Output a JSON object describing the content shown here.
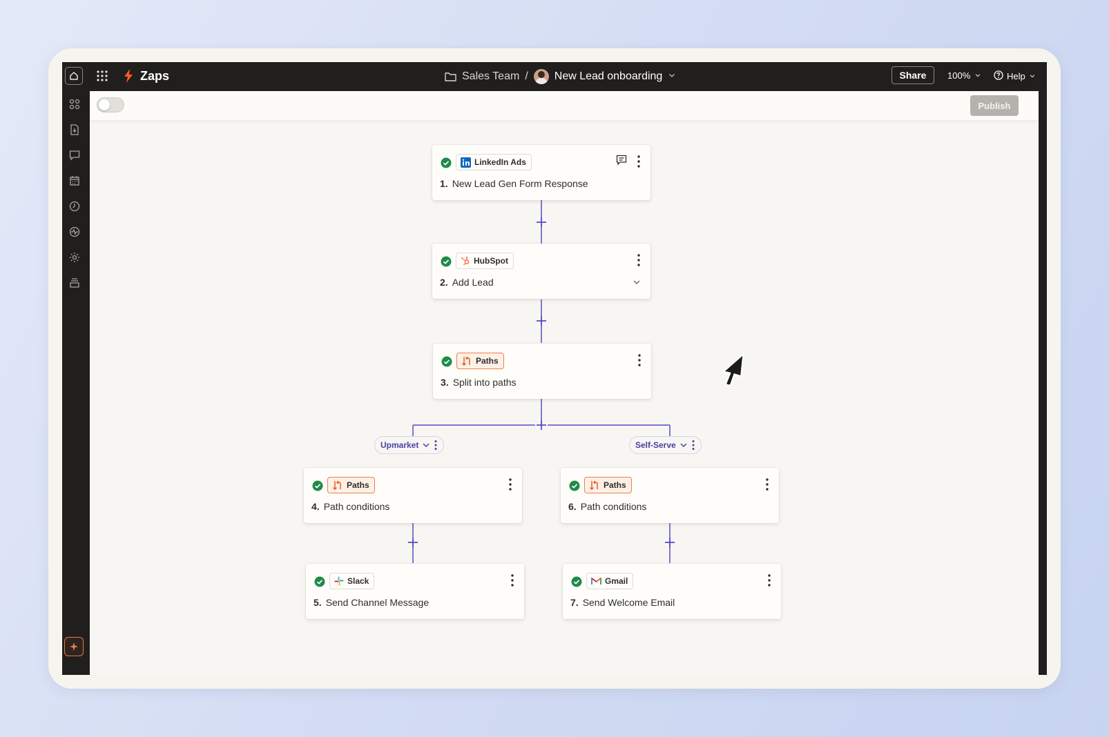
{
  "app": {
    "title": "Zaps",
    "breadcrumb": {
      "folder": "Sales Team",
      "separator": "/",
      "zap_name": "New Lead onboarding"
    },
    "share_label": "Share",
    "zoom": "100%",
    "help_label": "Help",
    "publish_label": "Publish",
    "toggle_on": false
  },
  "sidebar": {
    "items": [
      "apps-icon",
      "file-icon",
      "comment-icon",
      "calendar-icon",
      "history-icon",
      "activity-icon",
      "settings-icon",
      "archive-icon",
      "ai-sparkle-icon"
    ]
  },
  "steps": [
    {
      "num": "1.",
      "app": "LinkedIn Ads",
      "title": "New Lead Gen Form Response",
      "status": "success"
    },
    {
      "num": "2.",
      "app": "HubSpot",
      "title": "Add Lead",
      "status": "success"
    },
    {
      "num": "3.",
      "app": "Paths",
      "title": "Split into paths",
      "status": "success"
    },
    {
      "num": "4.",
      "app": "Paths",
      "title": "Path conditions",
      "status": "success"
    },
    {
      "num": "5.",
      "app": "Slack",
      "title": "Send Channel Message",
      "status": "success"
    },
    {
      "num": "6.",
      "app": "Paths",
      "title": "Path conditions",
      "status": "success"
    },
    {
      "num": "7.",
      "app": "Gmail",
      "title": "Send Welcome Email",
      "status": "success"
    }
  ],
  "paths": [
    {
      "name": "Upmarket"
    },
    {
      "name": "Self-Serve"
    }
  ],
  "colors": {
    "accent": "#5b4bc4",
    "success": "#1f8a4c",
    "paths_orange": "#e7814f",
    "topbar": "#201f1d"
  }
}
